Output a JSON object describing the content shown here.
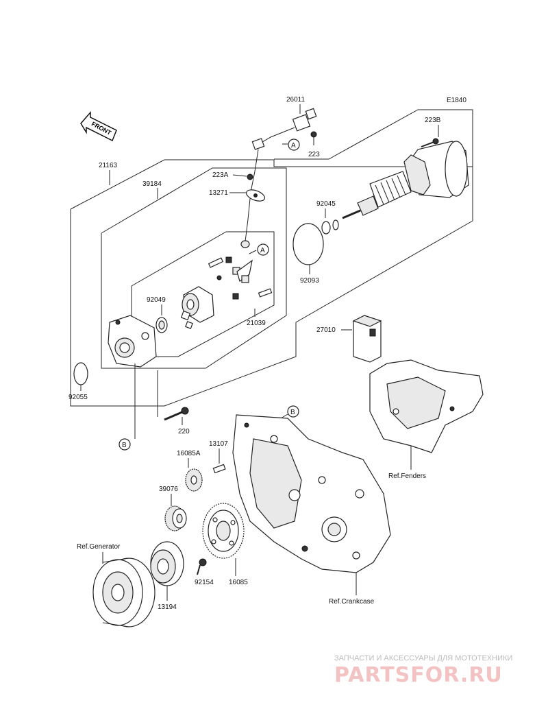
{
  "diagram_code": "E1840",
  "front_label": "FRONT",
  "circle_refs": {
    "a1": "A",
    "a2": "A",
    "b1": "B",
    "b2": "B"
  },
  "labels": {
    "p26011": "26011",
    "p223": "223",
    "p223A": "223A",
    "p223B": "223B",
    "p13271": "13271",
    "p21163": "21163",
    "p39184": "39184",
    "p92045": "92045",
    "p92093": "92093",
    "p92049": "92049",
    "p21039": "21039",
    "p92055": "92055",
    "p27010": "27010",
    "p220": "220",
    "p13107": "13107",
    "p16085A": "16085A",
    "p39076": "39076",
    "p16085": "16085",
    "p92154": "92154",
    "p13194": "13194",
    "ref_generator": "Ref.Generator",
    "ref_fenders": "Ref.Fenders",
    "ref_crankcase": "Ref.Crankcase"
  },
  "watermark": {
    "caption": "ЗАПЧАСТИ И АКСЕССУАРЫ ДЛЯ МОТОТЕХНИКИ",
    "brand": "PARTSFOR.RU"
  }
}
